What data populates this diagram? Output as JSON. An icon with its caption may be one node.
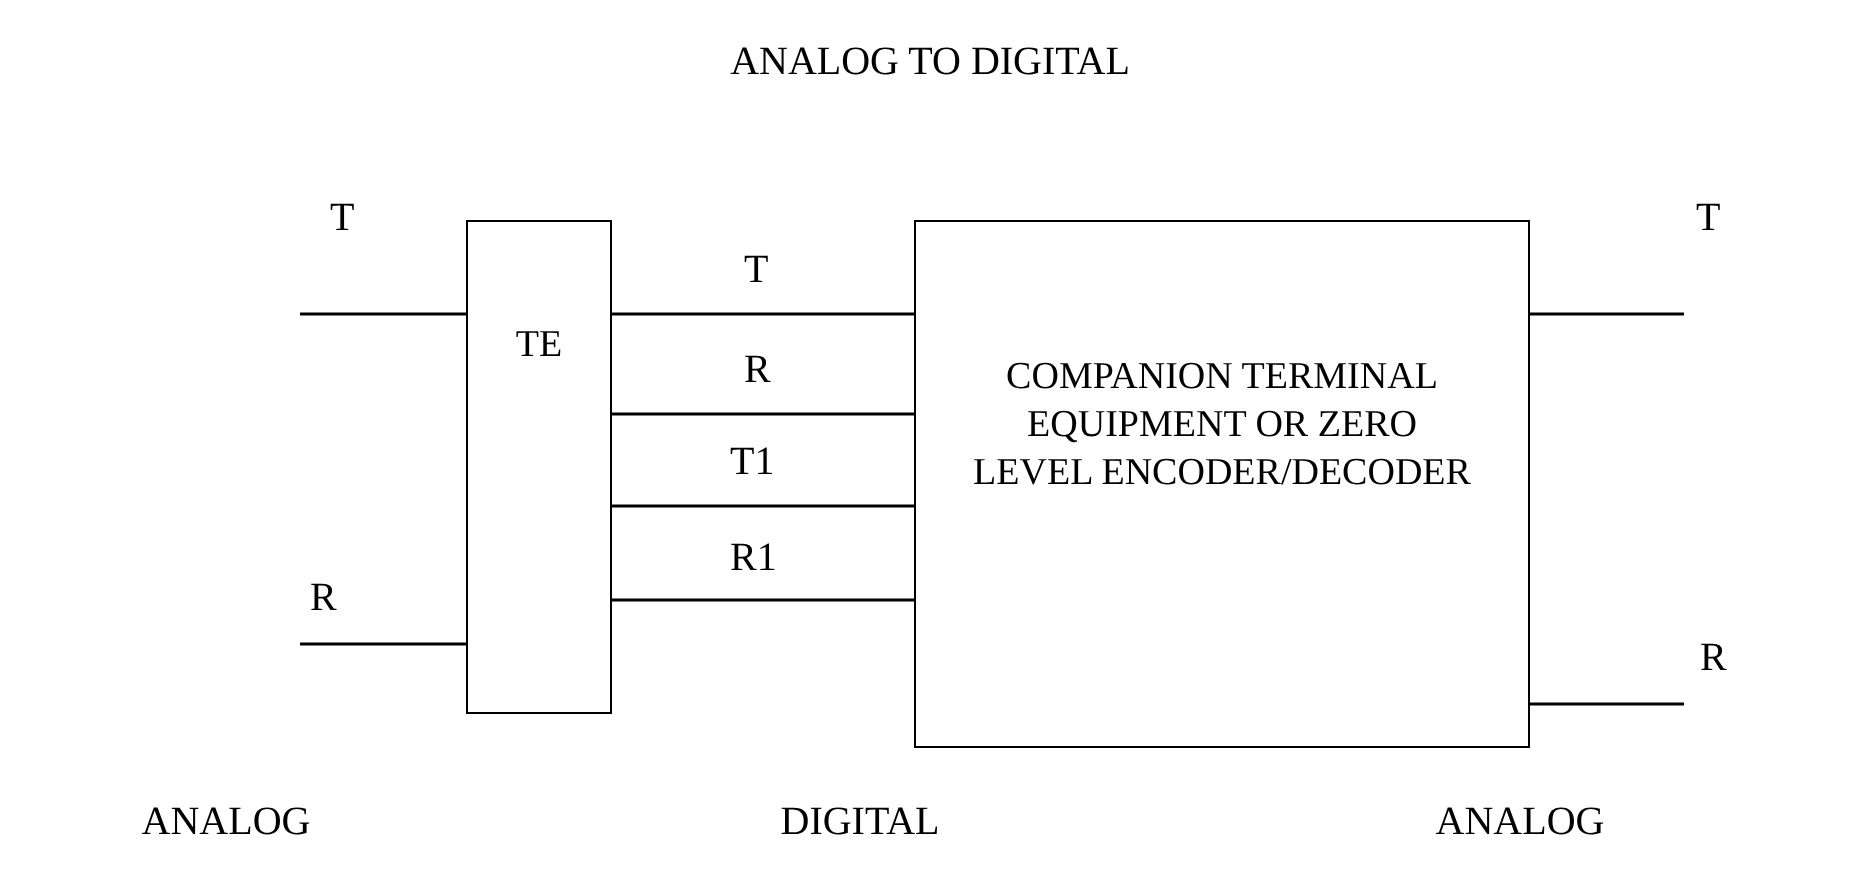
{
  "diagram": {
    "title": "ANALOG TO DIGITAL",
    "nodes": [
      {
        "text": [
          "TE"
        ]
      },
      {
        "text": [
          "COMPANION TERMINAL EQUIPMENT OR ZERO LEVEL ENCODER/DECODER"
        ]
      }
    ],
    "edges": [
      {
        "from": null,
        "to": 0,
        "arrow": "none",
        "label": "T"
      },
      {
        "from": null,
        "to": 0,
        "arrow": "none",
        "label": "R"
      },
      {
        "from": 0,
        "to": 1,
        "arrow": "none",
        "label": "T"
      },
      {
        "from": 0,
        "to": 1,
        "arrow": "none",
        "label": "R"
      },
      {
        "from": 0,
        "to": 1,
        "arrow": "none",
        "label": "T1"
      },
      {
        "from": 0,
        "to": 1,
        "arrow": "none",
        "label": "R1"
      },
      {
        "from": 1,
        "to": null,
        "arrow": "none",
        "label": "T"
      },
      {
        "from": 1,
        "to": null,
        "arrow": "none",
        "label": "R"
      }
    ],
    "labels": [
      "ANALOG",
      "DIGITAL",
      "ANALOG"
    ]
  }
}
